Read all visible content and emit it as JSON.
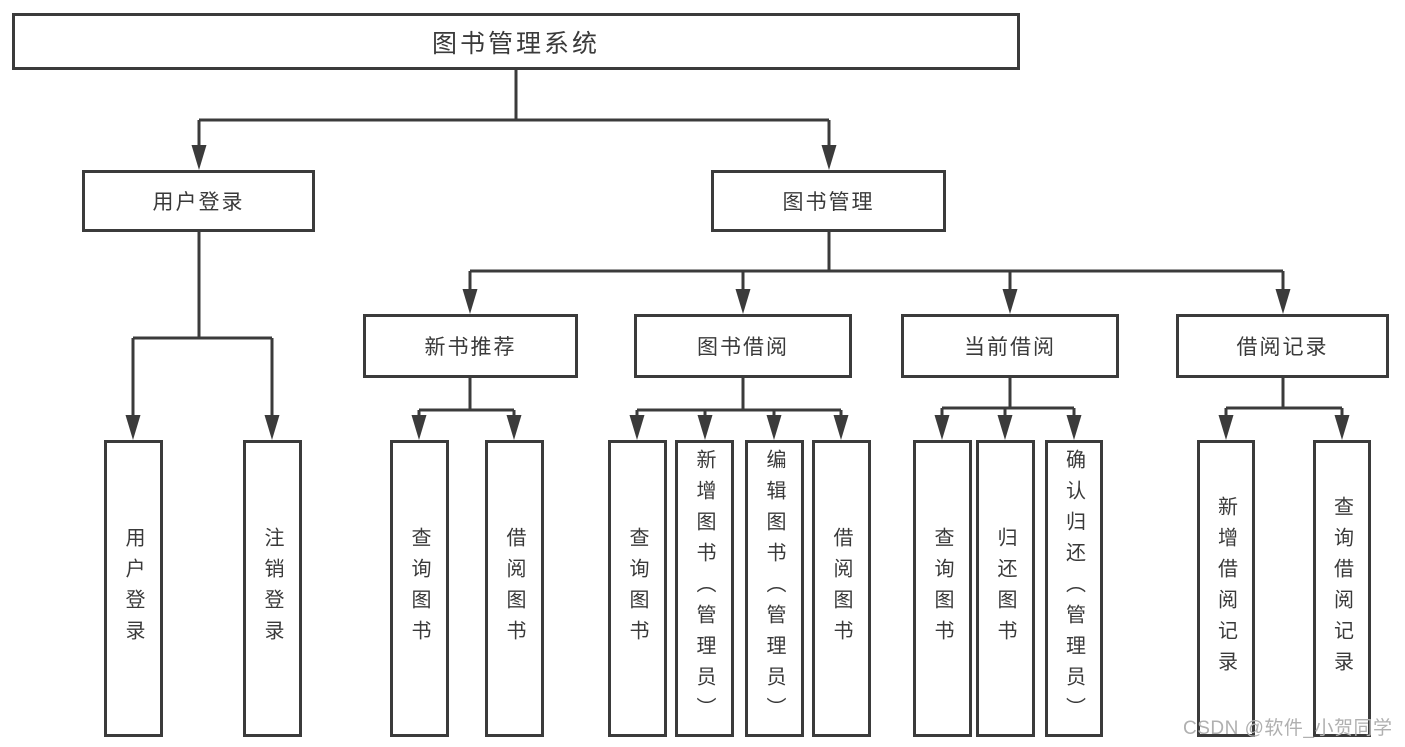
{
  "theme": {
    "line_color": "#3b3b3b",
    "text_color": "#3a3a3a",
    "background": "#ffffff",
    "watermark_color": "#b0b0b0"
  },
  "watermark": {
    "text": "CSDN @软件_小贺同学"
  },
  "diagram": {
    "root": "图书管理系统",
    "branches": [
      {
        "label": "用户登录",
        "leaves": [
          "用户登录",
          "注销登录"
        ]
      },
      {
        "label": "图书管理",
        "sections": [
          {
            "label": "新书推荐",
            "leaves": [
              "查询图书",
              "借阅图书"
            ]
          },
          {
            "label": "图书借阅",
            "leaves": [
              "查询图书",
              "新增图书（管理员）",
              "编辑图书（管理员）",
              "借阅图书"
            ]
          },
          {
            "label": "当前借阅",
            "leaves": [
              "查询图书",
              "归还图书",
              "确认归还（管理员）"
            ]
          },
          {
            "label": "借阅记录",
            "leaves": [
              "新增借阅记录",
              "查询借阅记录"
            ]
          }
        ]
      }
    ]
  }
}
